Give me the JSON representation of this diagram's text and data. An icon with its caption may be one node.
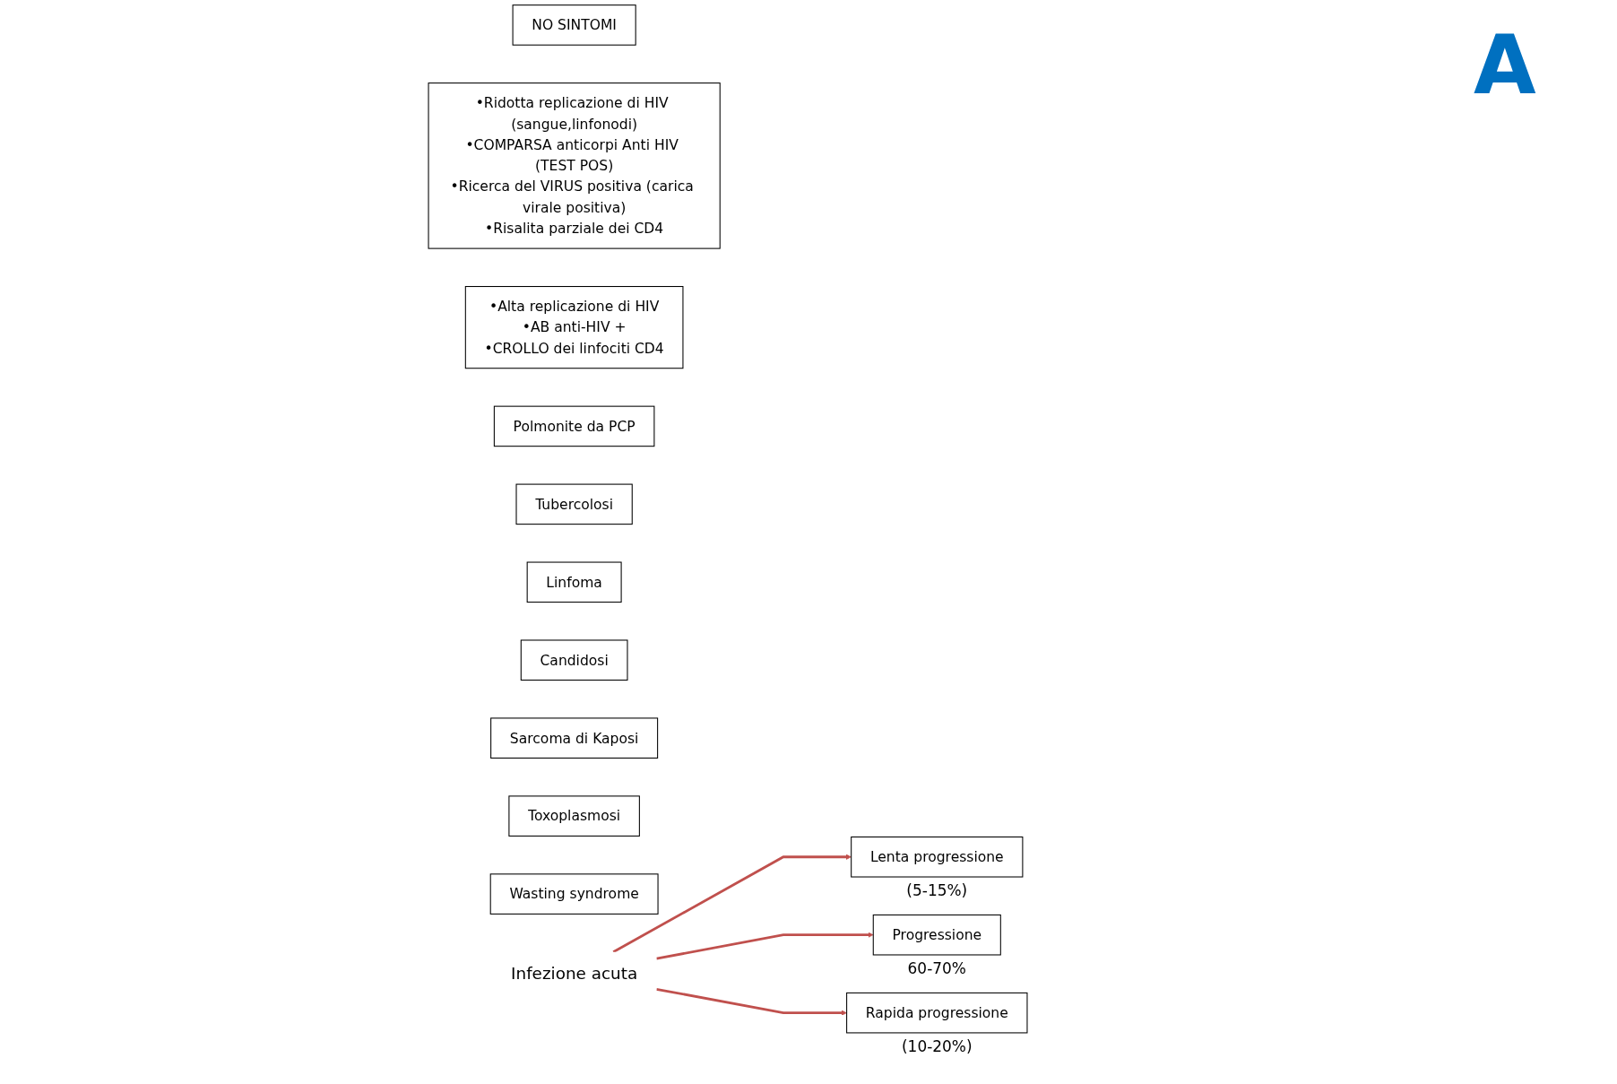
{
  "diagram": {
    "nodes": [
      {
        "text": [
          "Infezione acuta"
        ]
      },
      {
        "text": [
          "Lenta progressione"
        ],
        "beside": [
          "(5-15%)"
        ]
      },
      {
        "text": [
          "Progressione"
        ],
        "beside": [
          "60-70%"
        ]
      },
      {
        "text": [
          "Rapida progressione"
        ],
        "beside": [
          "(10-20%)"
        ]
      },
      {
        "text": [
          "NO SINTOMI"
        ]
      },
      {
        "text": [
          "•Ridotta replicazione di HIV (sangue,linfonodi)",
          "•COMPARSA anticorpi Anti HIV (TEST POS)",
          "•Ricerca del VIRUS positiva (carica virale positiva)",
          "•Risalita parziale dei CD4"
        ]
      },
      {
        "text": [
          "•Alta replicazione di HIV",
          "•AB anti-HIV +",
          "•CROLLO dei linfociti CD4"
        ]
      },
      {
        "text": [
          "Polmonite da PCP"
        ]
      },
      {
        "text": [
          "Tubercolosi"
        ]
      },
      {
        "text": [
          "Linfoma"
        ]
      },
      {
        "text": [
          "Candidosi"
        ]
      },
      {
        "text": [
          "Sarcoma di Kaposi"
        ]
      },
      {
        "text": [
          "Toxoplasmosi"
        ]
      },
      {
        "text": [
          "Wasting syndrome"
        ]
      }
    ],
    "edges": [
      {
        "from": 0,
        "to": 1,
        "arrow": "to",
        "color": "#c0504d"
      },
      {
        "from": 0,
        "to": 2,
        "arrow": "to",
        "color": "#c0504d"
      },
      {
        "from": 0,
        "to": 3,
        "arrow": "to",
        "color": "#c0504d"
      }
    ],
    "labels": [
      "A"
    ]
  }
}
